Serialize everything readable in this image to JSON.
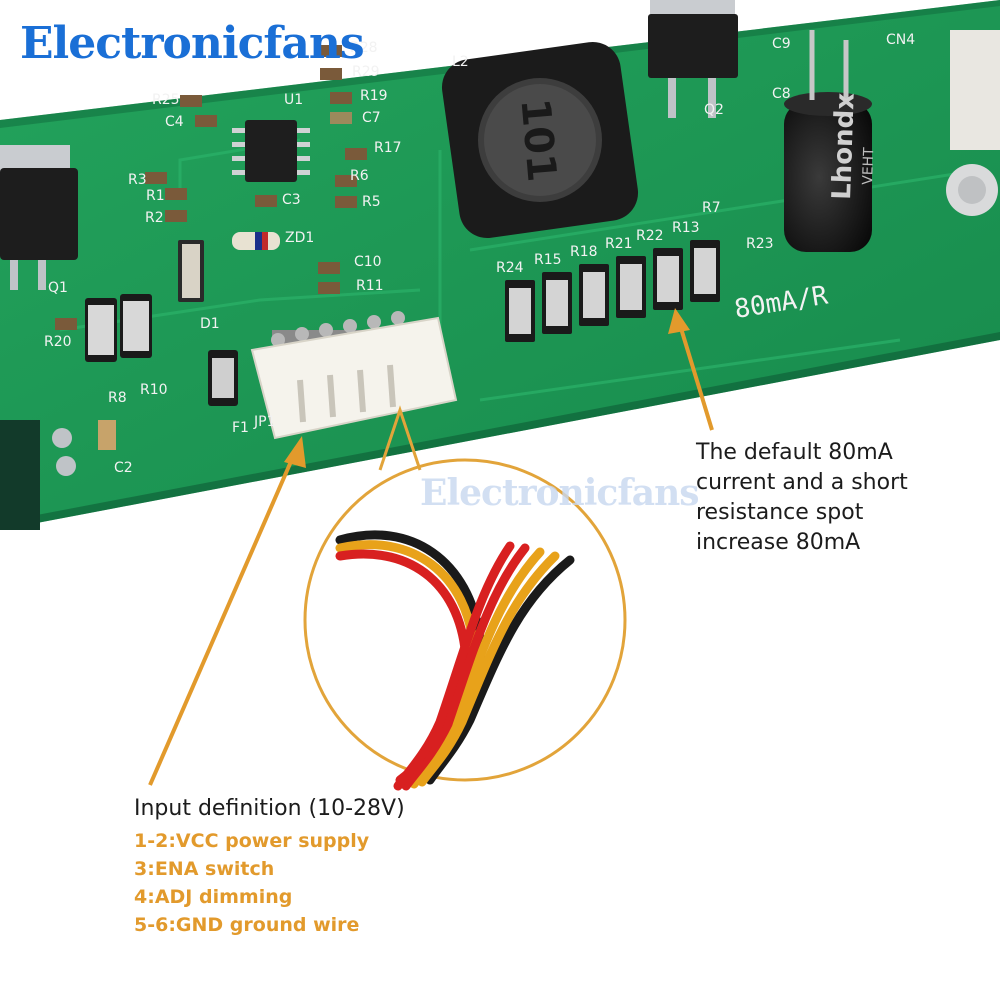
{
  "brand": {
    "name": "Electronicfans"
  },
  "board": {
    "labels": [
      "R25",
      "C4",
      "U1",
      "R28",
      "R29",
      "R19",
      "C7",
      "R17",
      "R6",
      "R5",
      "C3",
      "R3",
      "R1",
      "R2",
      "ZD1",
      "Q1",
      "R20",
      "D1",
      "C10",
      "R11",
      "R8",
      "R10",
      "C2",
      "F1",
      "JP1",
      "L2",
      "Q2",
      "C9",
      "C8",
      "CN4",
      "R7",
      "R23",
      "R24",
      "R15",
      "R18",
      "R21",
      "R22",
      "R13"
    ],
    "inductor_marking": "101",
    "capacitor_brand": "Lhondx",
    "capacitor_series": "VEHT",
    "current_label": "80mA/R"
  },
  "notes": {
    "resistor_note": [
      "The default 80mA",
      "current and a short",
      "resistance spot",
      "increase 80mA"
    ],
    "input_definition": {
      "title": "Input definition (10-28V)",
      "pins": [
        "1-2:VCC power supply",
        "3:ENA switch",
        "4:ADJ dimming",
        "5-6:GND ground wire"
      ]
    }
  },
  "colors": {
    "pcb": "#1f9a55",
    "pcb_dark": "#15794a",
    "annotation": "#e29a2c",
    "brand": "#1a6fd6"
  }
}
